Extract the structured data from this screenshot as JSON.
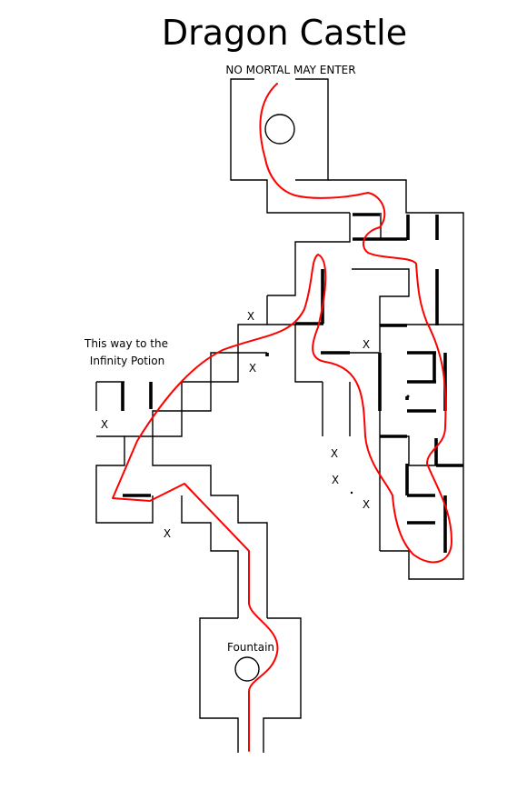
{
  "map": {
    "title": "Dragon Castle",
    "entrance_label": "NO MORTAL MAY ENTER",
    "direction_label_line1": "This way to the",
    "direction_label_line2": "Infinity Potion",
    "fountain_label": "Fountain",
    "marker_symbol": "X",
    "route_color": "#ff0000",
    "wall_color": "#000000"
  }
}
